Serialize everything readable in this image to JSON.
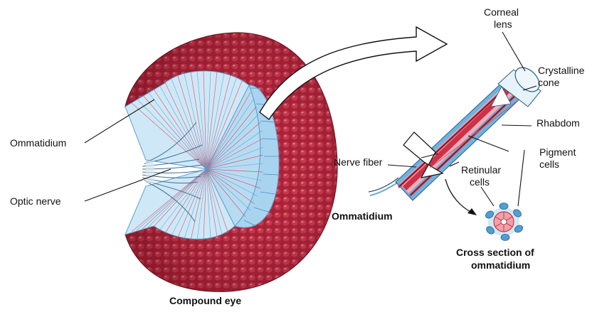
{
  "labels": {
    "ommatidium_left": "Ommatidium",
    "optic_nerve": "Optic nerve",
    "compound_eye": "Compound eye",
    "corneal_1": "Corneal",
    "corneal_2": "lens",
    "crystalline_1": "Crystalline",
    "crystalline_2": "cone",
    "rhabdom": "Rhabdom",
    "pigment_1": "Pigment",
    "pigment_2": "cells",
    "nerve_fiber": "Nerve fiber",
    "retinular_1": "Retinular",
    "retinular_2": "cells",
    "ommatidium_right": "Ommatidium",
    "cross_1": "Cross section of",
    "cross_2": "ommatidium"
  },
  "colors": {
    "facet_red": "#b8283c",
    "facet_highlight": "#d9536a",
    "ommatidia_blue": "#9fd0ee",
    "ommatidia_line": "#5b9fd0",
    "fiber_red": "#d8455a",
    "pink": "#f2a0a8",
    "pigment_blue": "#4f9fd6"
  }
}
